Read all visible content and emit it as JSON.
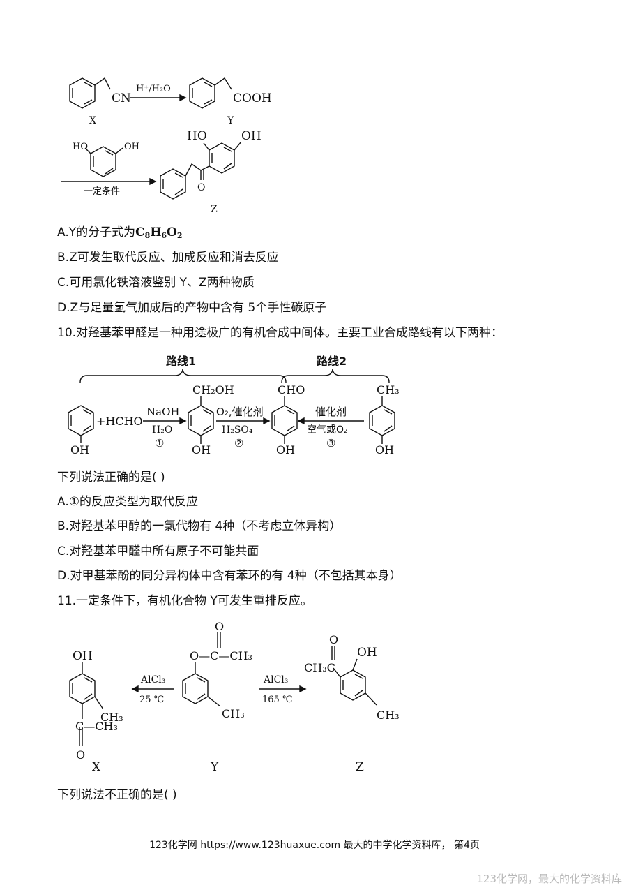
{
  "scheme1": {
    "reagent": "H⁺/H₂O",
    "x_group": "CN",
    "y_group": "COOH",
    "label_x": "X",
    "label_y": "Y",
    "oh1": "HO",
    "oh2": "OH",
    "condition": "一定条件",
    "z_oh1": "HO",
    "z_oh2": "OH",
    "z_o": "O",
    "label_z": "Z"
  },
  "q9": {
    "a_text": "A.Y的分子式为",
    "a_formula": "C8H6O2",
    "b": "B.Z可发生取代反应、加成反应和消去反应",
    "c": "C.可用氯化铁溶液鉴别 Y、Z两种物质",
    "d": "D.Z与足量氢气加成后的产物中含有 5个手性碳原子"
  },
  "q10": {
    "stem": "10.对羟基苯甲醛是一种用途极广的有机合成中间体。主要工业合成路线有以下两种：",
    "route1": "路线1",
    "route2": "路线2",
    "hcho": "+HCHO",
    "naoh": "NaOH",
    "h2o": "H₂O",
    "step1": "①",
    "ch2oh": "CH₂OH",
    "o2cat": "O₂,催化剂",
    "h2so4": "H₂SO₄",
    "step2": "②",
    "cho": "CHO",
    "cat": "催化剂",
    "air": "空气或O₂",
    "step3": "③",
    "ch3": "CH₃",
    "oh": "OH",
    "ask": "下列说法正确的是(   )",
    "a": "A.①的反应类型为取代反应",
    "b": "B.对羟基苯甲醇的一氯代物有 4种（不考虑立体异构）",
    "c": "C.对羟基苯甲醛中所有原子不可能共面",
    "d": "D.对甲基苯酚的同分异构体中含有苯环的有 4种（不包括其本身）"
  },
  "q11": {
    "stem": "11.一定条件下，有机化合物 Y可发生重排反应。",
    "alcl3": "AlCl₃",
    "t25": "25 ℃",
    "t165": "165 ℃",
    "label_x": "X",
    "label_y": "Y",
    "label_z": "Z",
    "x_oh": "OH",
    "ch3": "CH₃",
    "ch3a": "CH₃",
    "ch3b": "CH₃",
    "c_ch3": "C—CH₃",
    "o": "O",
    "o_c_ch3": "O—C—CH₃",
    "ch3c": "CH₃C",
    "z_oh": "OH",
    "ask": "下列说法不正确的是(   )"
  },
  "footer": "123化学网 https://www.123huaxue.com 最大的中学化学资料库， 第4页",
  "watermark": "123化学网，最大的化学资料库"
}
